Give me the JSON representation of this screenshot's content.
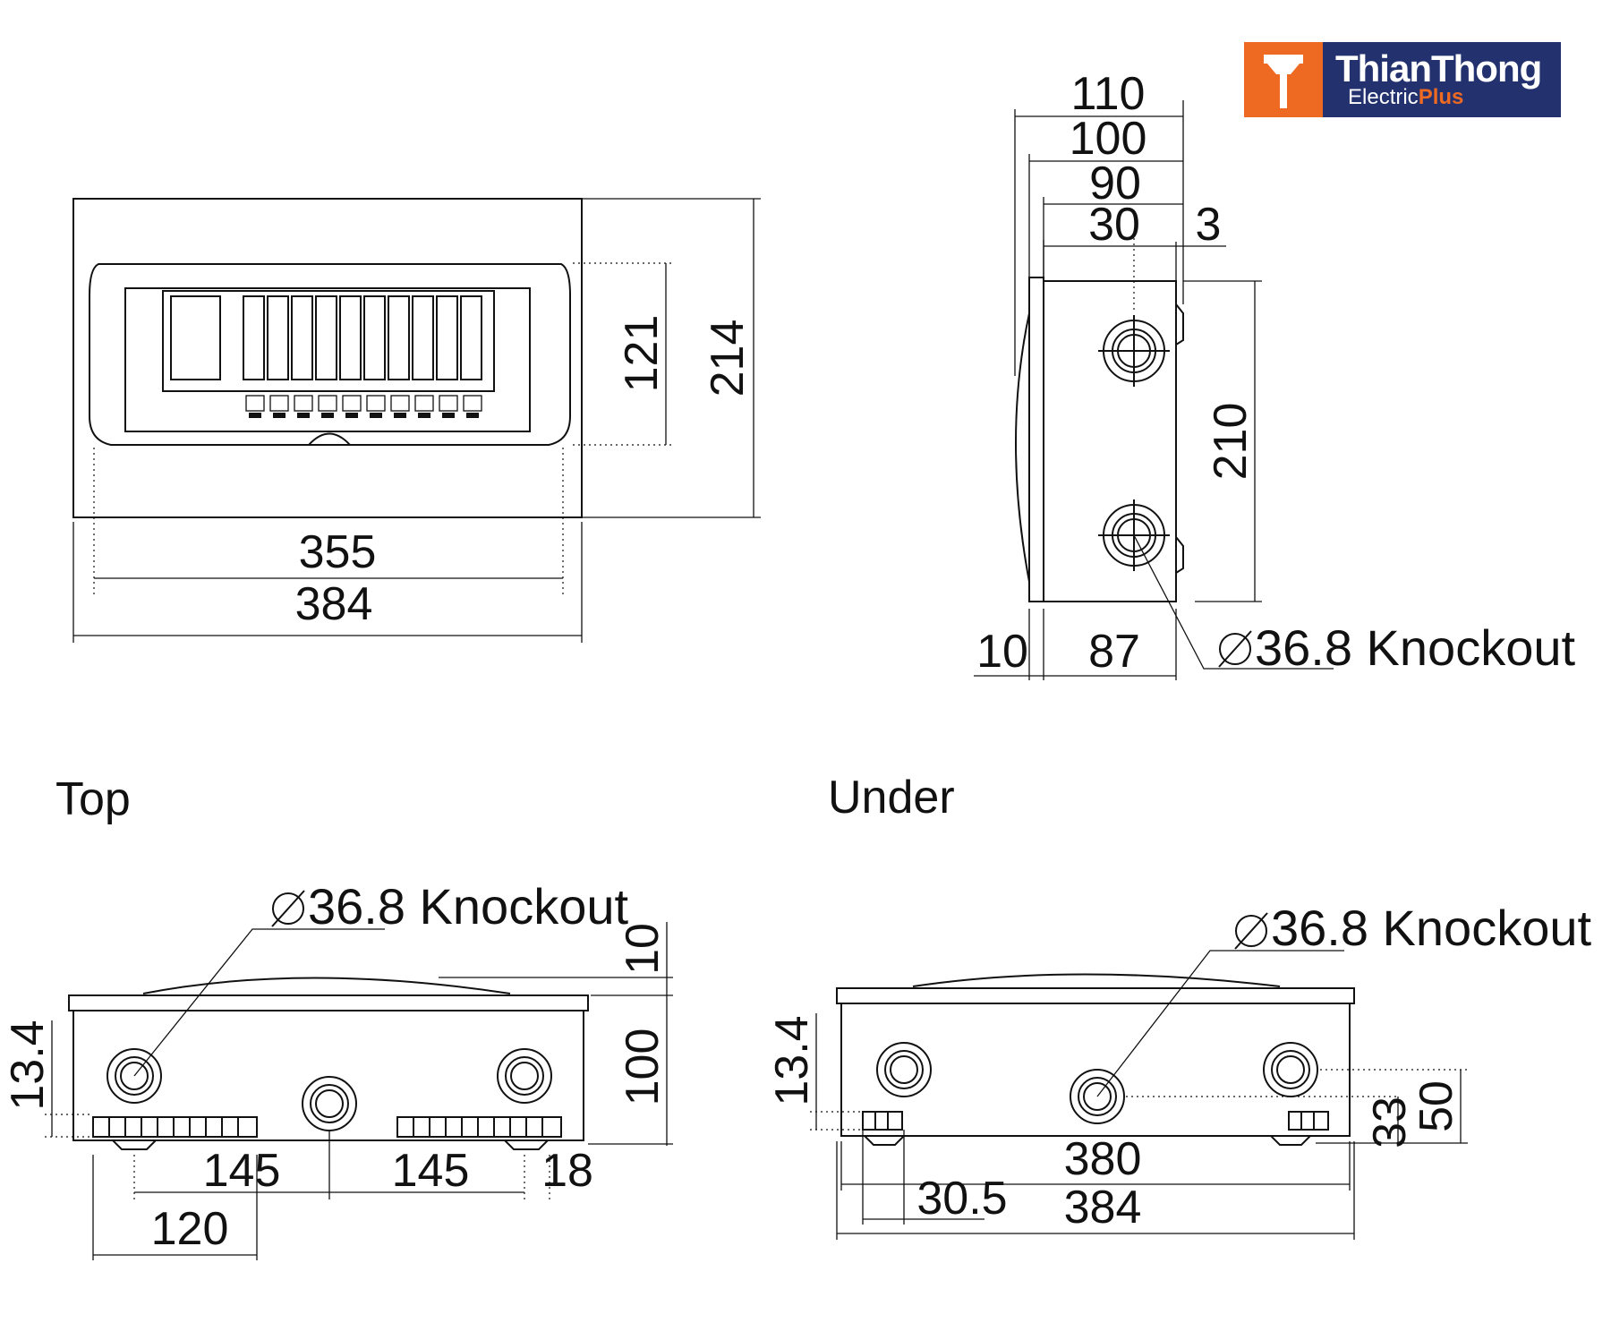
{
  "brand": {
    "name": "ThianThong",
    "sub_electric": "Electric",
    "sub_plus": "Plus",
    "colors": {
      "orange": "#ee6a22",
      "navy": "#23326f"
    }
  },
  "front_view": {
    "width_inner": "355",
    "width_outer": "384",
    "height_inner": "121",
    "height_outer": "214"
  },
  "side_view": {
    "depth_110": "110",
    "depth_100": "100",
    "depth_90": "90",
    "depth_30": "30",
    "offset_3": "3",
    "height_210": "210",
    "width_10": "10",
    "width_87": "87",
    "knockout": "36.8 Knockout"
  },
  "top_view": {
    "title": "Top",
    "knockout": "36.8 Knockout",
    "dim_10": "10",
    "dim_100": "100",
    "dim_13_4": "13.4",
    "dim_145_left": "145",
    "dim_145_right": "145",
    "dim_18": "18",
    "dim_120": "120"
  },
  "under_view": {
    "title": "Under",
    "knockout": "36.8 Knockout",
    "dim_13_4": "13.4",
    "dim_33": "33",
    "dim_50": "50",
    "dim_380": "380",
    "dim_30_5": "30.5",
    "dim_384": "384"
  }
}
